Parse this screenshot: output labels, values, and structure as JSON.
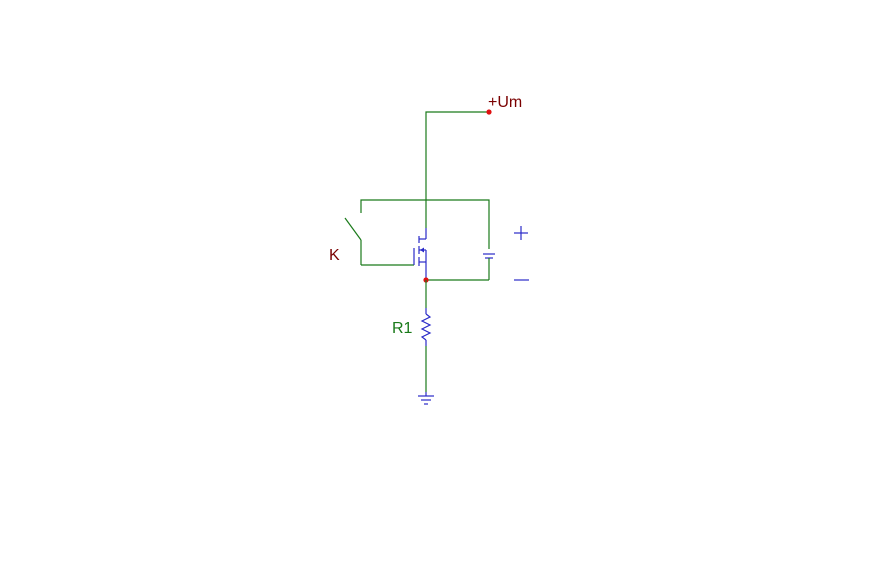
{
  "labels": {
    "supply": "+Um",
    "switch": "K",
    "resistor": "R1"
  },
  "colors": {
    "wire": "#1a7a1a",
    "component": "#2a2ac8",
    "node": "#e01010",
    "label_dark_red": "#7a0000",
    "label_green": "#1a7a1a"
  }
}
